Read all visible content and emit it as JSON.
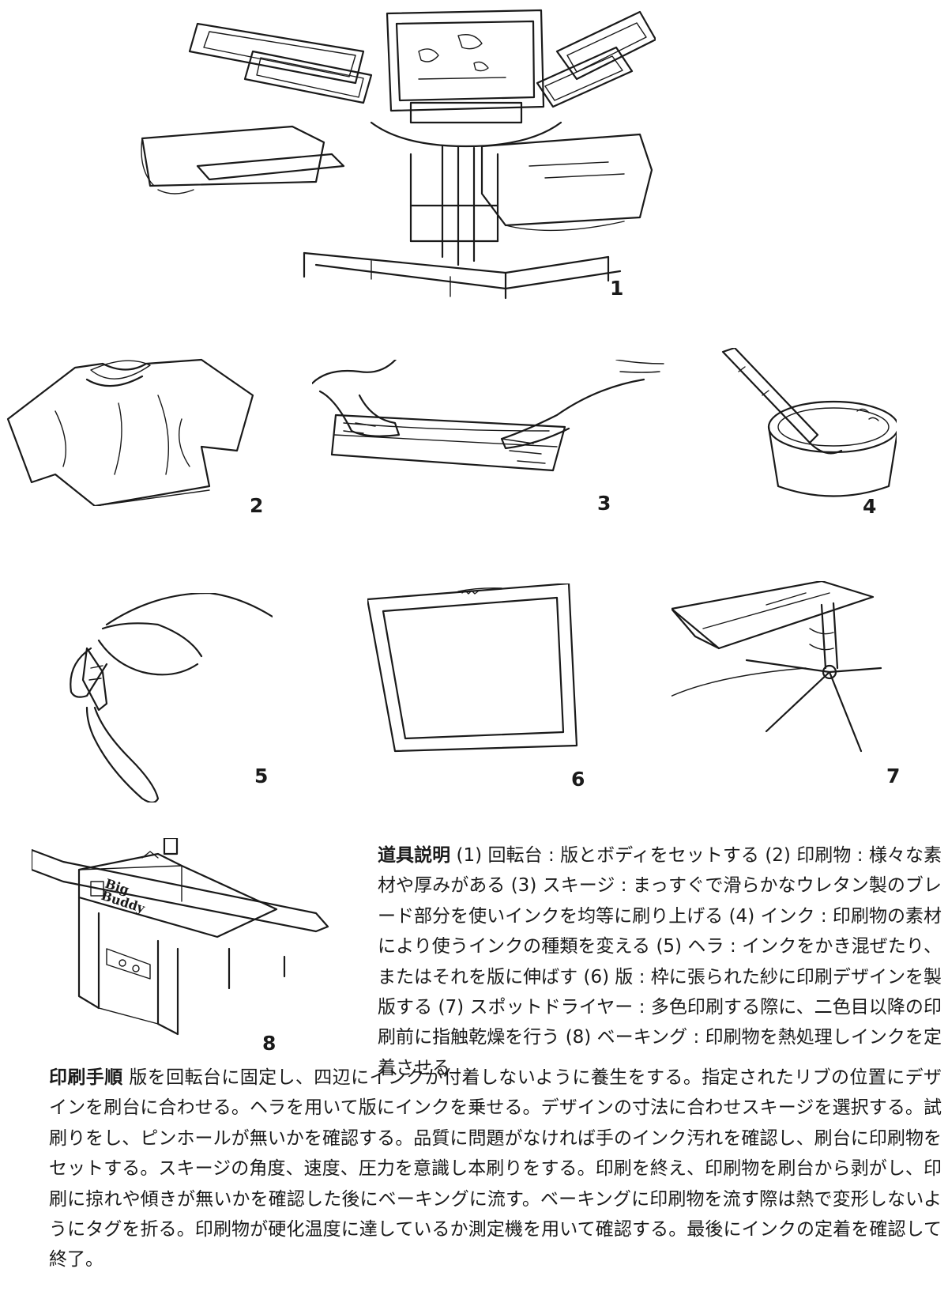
{
  "figures": [
    {
      "number": "1",
      "icon": "rotary-press-icon"
    },
    {
      "number": "2",
      "icon": "tshirt-icon"
    },
    {
      "number": "3",
      "icon": "squeegee-icon"
    },
    {
      "number": "4",
      "icon": "ink-can-icon"
    },
    {
      "number": "5",
      "icon": "spatula-icon"
    },
    {
      "number": "6",
      "icon": "screen-frame-icon"
    },
    {
      "number": "7",
      "icon": "spot-dryer-icon"
    },
    {
      "number": "8",
      "icon": "conveyor-dryer-icon"
    }
  ],
  "dryer_brand": {
    "line1": "Big",
    "line2": "Buddy"
  },
  "tools": {
    "heading": "道具説明",
    "text": " (1) 回転台 : 版とボディをセットする (2) 印刷物 : 様々な素材や厚みがある (3) スキージ : まっすぐで滑らかなウレタン製のブレード部分を使いインクを均等に刷り上げる (4) インク : 印刷物の素材により使うインクの種類を変える (5) ヘラ : インクをかき混ぜたり、またはそれを版に伸ばす (6) 版 : 枠に張られた紗に印刷デザインを製版する (7) スポットドライヤー : 多色印刷する際に、二色目以降の印刷前に指触乾燥を行う (8) ベーキング : 印刷物を熱処理しインクを定着させる"
  },
  "procedure": {
    "heading": "印刷手順",
    "text": " 版を回転台に固定し、四辺にインクが付着しないように養生をする。指定されたリブの位置にデザインを刷台に合わせる。ヘラを用いて版にインクを乗せる。デザインの寸法に合わせスキージを選択する。試刷りをし、ピンホールが無いかを確認する。品質に問題がなければ手のインク汚れを確認し、刷台に印刷物をセットする。スキージの角度、速度、圧力を意識し本刷りをする。印刷を終え、印刷物を刷台から剥がし、印刷に掠れや傾きが無いかを確認した後にベーキングに流す。ベーキングに印刷物を流す際は熱で変形しないようにタグを折る。印刷物が硬化温度に達しているか測定機を用いて確認する。最後にインクの定着を確認して終了。"
  }
}
